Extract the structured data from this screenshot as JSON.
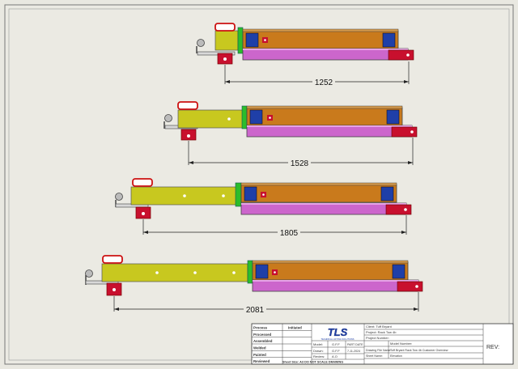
{
  "assemblies": [
    {
      "dimension": "1252"
    },
    {
      "dimension": "1528"
    },
    {
      "dimension": "1805"
    },
    {
      "dimension": "2081"
    }
  ],
  "title_block": {
    "status_rows": [
      {
        "label": "Process",
        "value": "Initiated"
      },
      {
        "label": "Processed",
        "value": ""
      },
      {
        "label": "Assembled",
        "value": ""
      },
      {
        "label": "Welded",
        "value": ""
      },
      {
        "label": "Painted",
        "value": ""
      },
      {
        "label": "Reviewed",
        "value": ""
      }
    ],
    "logo_text": "TLS",
    "logo_subtext": "TECHNICAL LIFTING SOLUTIONS",
    "field_model": {
      "label": "Model:",
      "value": "G.F.F",
      "extra": "PART DATE"
    },
    "field_drawn": {
      "label": "Drawn:",
      "value": "G.F.F",
      "extra": "7-11-2024"
    },
    "field_review": {
      "label": "Review:",
      "value": "A.O"
    },
    "client": "Client: Tuff Bryant",
    "project": "Project: Rack Tow 4b",
    "project_number": "Project Number:",
    "model_number": "Model Number:",
    "drawing_file": "Drawing File Name:",
    "drawing_file_value": "Tuff Bryant Rack Tow 4b Customer Overview",
    "sheet_name": "Sheet Name:",
    "sheet_value": "Elevation",
    "sheet_size": "Sheet Size: A3 DO NOT SCALE DRAWING",
    "rev_label": "REV:"
  }
}
